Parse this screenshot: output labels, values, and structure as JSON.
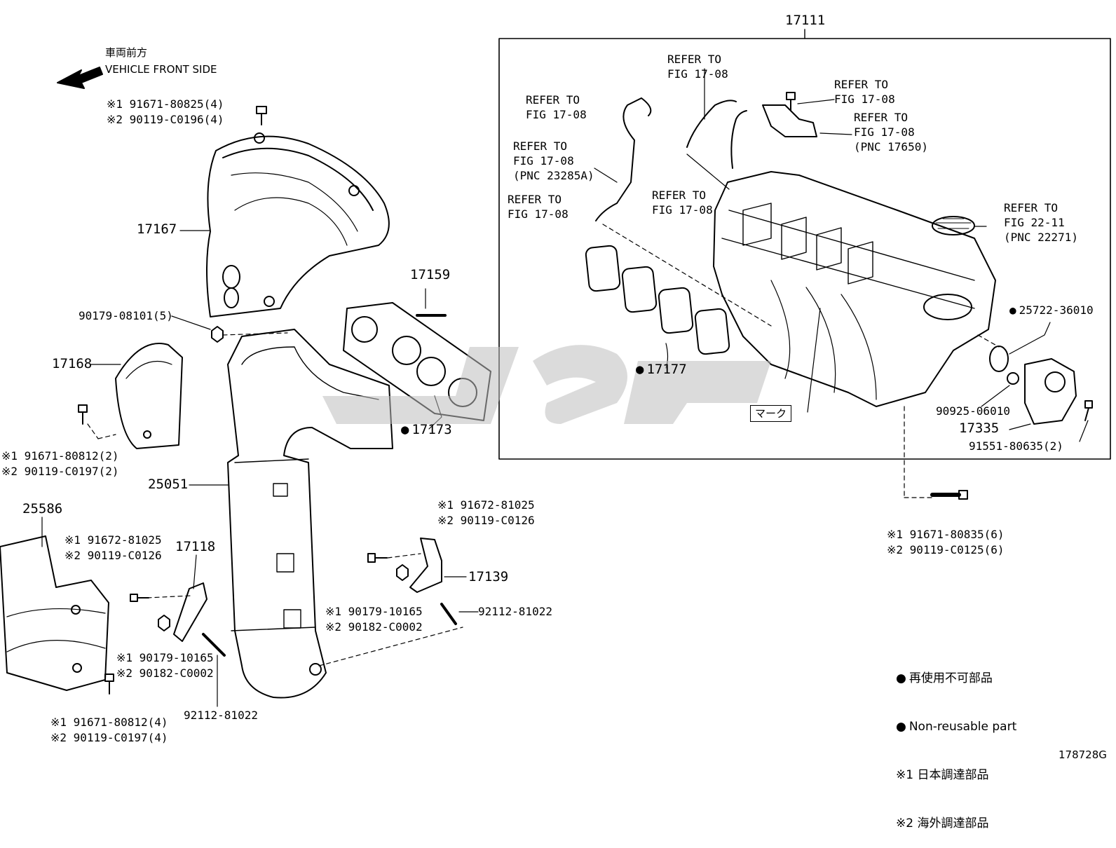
{
  "direction": {
    "jp": "車両前方",
    "en": "VEHICLE FRONT SIDE"
  },
  "callouts": {
    "p17111": "17111",
    "p17167": "17167",
    "p17159": "17159",
    "p17168": "17168",
    "p17173": "17173",
    "p17177": "17177",
    "p25051": "25051",
    "p25586": "25586",
    "p17118": "17118",
    "p17139": "17139",
    "p17335": "17335",
    "p25722": "25722-36010",
    "p90925": "90925-06010",
    "p91551": "91551-80635(2)",
    "p90179_08101": "90179-08101(5)",
    "p92112_a": "92112-81022",
    "p92112_b": "92112-81022",
    "mark": "マーク"
  },
  "bolt_pairs": {
    "heat_insulator_top": [
      "※1 91671-80825(4)",
      "※2 90119-C0196(4)"
    ],
    "ins_17168": [
      "※1 91671-80812(2)",
      "※2 90119-C0197(2)"
    ],
    "bracket_17118_bolt": [
      "※1 91672-81025",
      "※2 90119-C0126"
    ],
    "bracket_17118_nut": [
      "※1 90179-10165",
      "※2 90182-C0002"
    ],
    "ins_25586": [
      "※1 91671-80812(4)",
      "※2 90119-C0197(4)"
    ],
    "bracket_17139_bolt": [
      "※1 91672-81025",
      "※2 90119-C0126"
    ],
    "bracket_17139_nut": [
      "※1 90179-10165",
      "※2 90182-C0002"
    ],
    "manifold_bolts": [
      "※1 91671-80835(6)",
      "※2 90119-C0125(6)"
    ]
  },
  "refer_notes": {
    "r1": [
      "REFER TO",
      "FIG 17-08"
    ],
    "r2": [
      "REFER TO",
      "FIG 17-08"
    ],
    "r3": [
      "REFER TO",
      "FIG 17-08"
    ],
    "r4": [
      "REFER TO",
      "FIG 17-08",
      "(PNC 17650)"
    ],
    "r5": [
      "REFER TO",
      "FIG 17-08",
      "(PNC 23285A)"
    ],
    "r6": [
      "REFER TO",
      "FIG 17-08"
    ],
    "r7": [
      "REFER TO",
      "FIG 17-08"
    ],
    "r8": [
      "REFER TO",
      "FIG 22-11",
      "(PNC 22271)"
    ]
  },
  "legend": {
    "nonreusable_jp": "再使用不可部品",
    "nonreusable_en": "Non-reusable part",
    "note1": "※1 日本調達部品",
    "note2": "※2 海外調達部品"
  },
  "figure_code": "178728G",
  "colors": {
    "line": "#000000",
    "watermark": "#bdbdbd",
    "background": "#ffffff"
  }
}
